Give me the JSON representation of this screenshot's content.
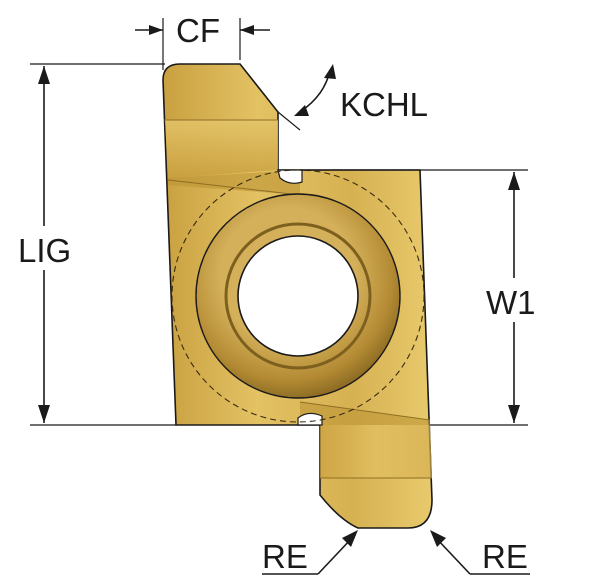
{
  "diagram": {
    "labels": {
      "cf": "CF",
      "kchl": "KCHL",
      "lig": "LIG",
      "w1": "W1",
      "re_left": "RE",
      "re_right": "RE"
    },
    "colors": {
      "insert_body": "#d8b14f",
      "insert_light": "#e6c566",
      "insert_dark": "#b98e2c",
      "ring": "#c7a046",
      "ring_dark": "#9d7a2a",
      "outline": "#1a1a1a"
    }
  }
}
